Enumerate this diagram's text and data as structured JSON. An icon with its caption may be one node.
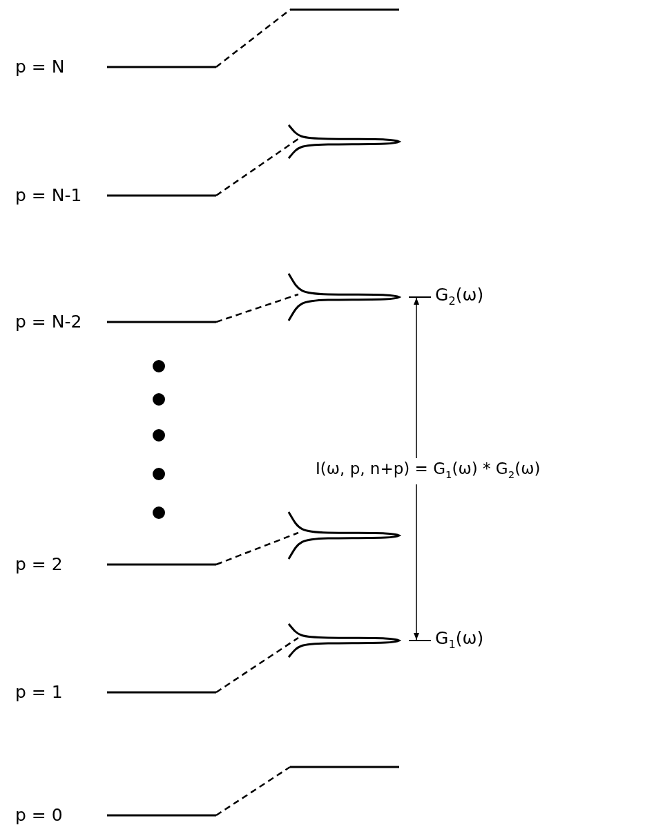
{
  "diagram": {
    "nodes": [
      {
        "text": [],
        "shape": "bar",
        "beside": [
          "G$_{2}$(ω)"
        ]
      },
      {
        "text": [],
        "shape": "bar",
        "beside": [
          "G$_{1}$(ω)"
        ]
      }
    ],
    "edges": [
      {
        "from": 1,
        "to": 0,
        "arrow": "both",
        "label": "I(ω, p, n+p) = G$_{1}$(ω) * G$_{2}$(ω)"
      }
    ],
    "labels": [
      "p = N",
      "p = N-1",
      "p = N-2",
      "p = 2",
      "p = 1",
      "p = 0"
    ]
  }
}
